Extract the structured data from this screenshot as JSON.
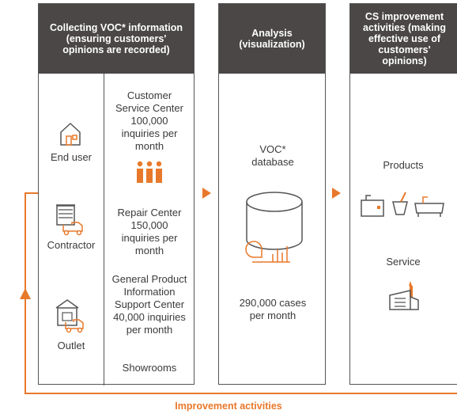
{
  "panels": {
    "collecting": {
      "header": "Collecting VOC* information\n(ensuring customers'\nopinions are recorded)",
      "sources": [
        {
          "label": "End user",
          "icon": "house-icon"
        },
        {
          "label": "Contractor",
          "icon": "contractor-truck-icon"
        },
        {
          "label": "Outlet",
          "icon": "outlet-store-icon"
        }
      ],
      "centers": [
        {
          "text": "Customer\nService Center\n100,000\ninquiries per\nmonth"
        },
        {
          "text": "Repair Center\n150,000\ninquiries per\nmonth"
        },
        {
          "text": "General Product\nInformation\nSupport Center\n40,000 inquiries\nper month"
        },
        {
          "text": "Showrooms"
        }
      ]
    },
    "analysis": {
      "header": "Analysis\n(visualization)",
      "database_label": "VOC*\ndatabase",
      "cases": "290,000 cases\nper month"
    },
    "improvement": {
      "header": "CS improvement\nactivities (making\neffective use of\ncustomers'\nopinions)",
      "products_label": "Products",
      "service_label": "Service"
    }
  },
  "loop_label": "Improvement activities",
  "colors": {
    "accent": "#e8792b",
    "header_bg": "#4a4746",
    "border": "#555555"
  }
}
